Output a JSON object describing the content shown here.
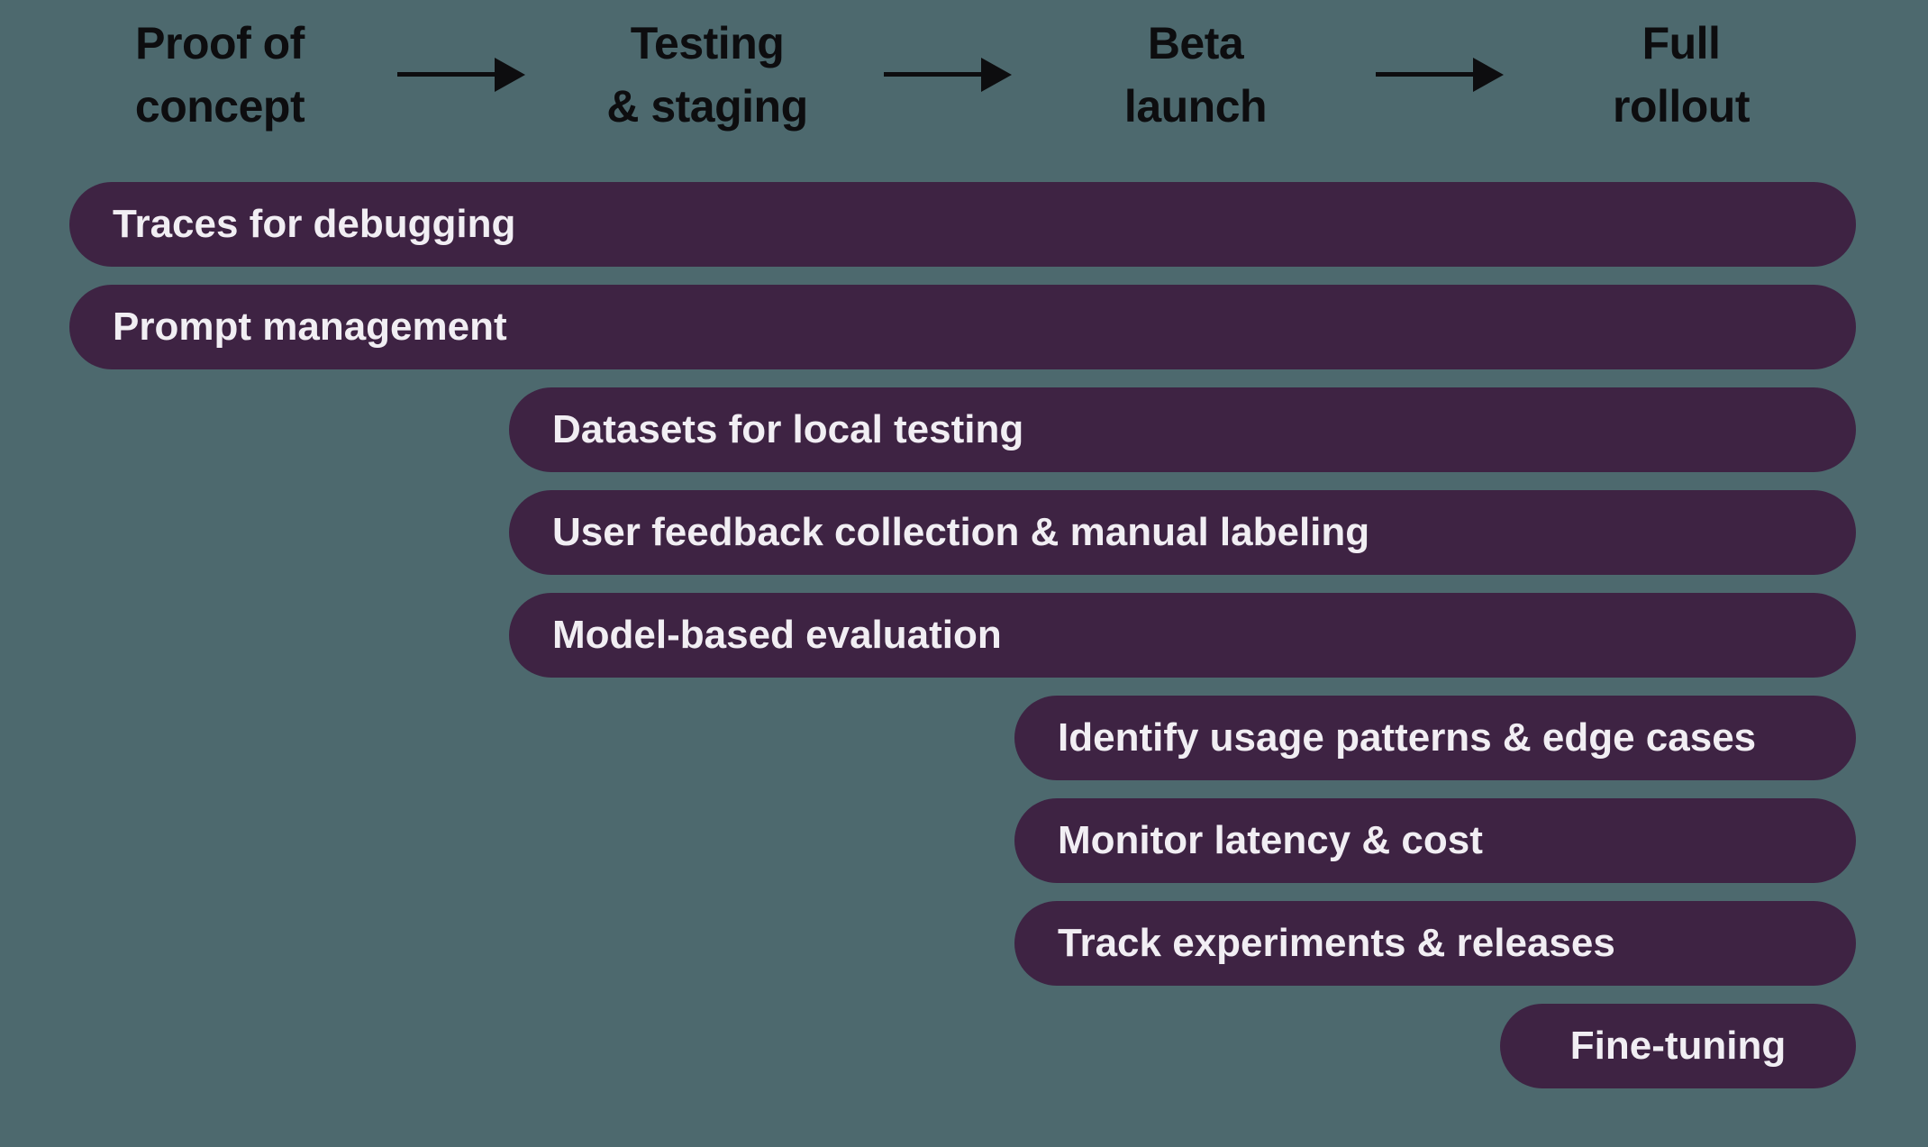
{
  "colors": {
    "background": "#4d696e",
    "bar_fill": "#3e2343",
    "bar_text": "#f1eef3",
    "stage_text": "#0d0d0f",
    "arrow": "#0d0d0f"
  },
  "stages": [
    {
      "label": "Proof of\nconcept"
    },
    {
      "label": "Testing\n& staging"
    },
    {
      "label": "Beta\nlaunch"
    },
    {
      "label": "Full\nrollout"
    }
  ],
  "bars": [
    {
      "label": "Traces for debugging",
      "start_stage": "Proof of concept"
    },
    {
      "label": "Prompt management",
      "start_stage": "Proof of concept"
    },
    {
      "label": "Datasets for local testing",
      "start_stage": "Testing & staging"
    },
    {
      "label": "User feedback collection & manual labeling",
      "start_stage": "Testing & staging"
    },
    {
      "label": "Model-based evaluation",
      "start_stage": "Testing & staging"
    },
    {
      "label": "Identify usage patterns & edge cases",
      "start_stage": "Beta launch"
    },
    {
      "label": "Monitor latency & cost",
      "start_stage": "Beta launch"
    },
    {
      "label": "Track experiments & releases",
      "start_stage": "Beta launch"
    },
    {
      "label": "Fine-tuning",
      "start_stage": "Full rollout"
    }
  ]
}
